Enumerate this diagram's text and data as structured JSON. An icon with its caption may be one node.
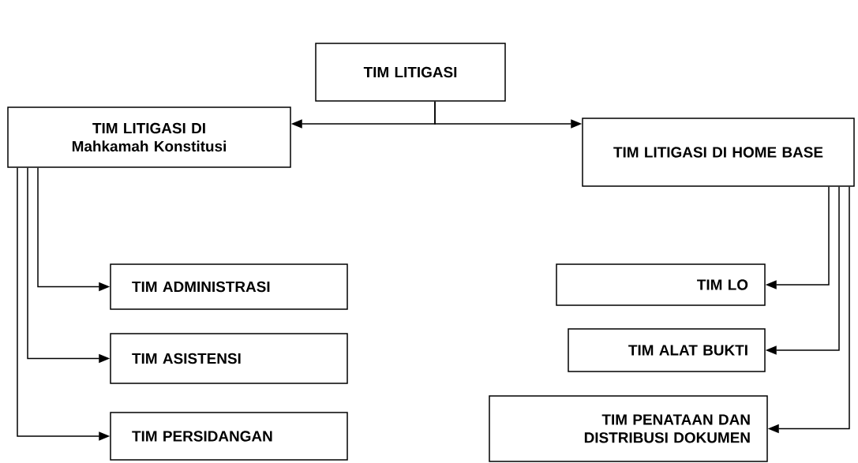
{
  "diagram": {
    "nodes": [
      {
        "text": [
          "TIM LITIGASI"
        ]
      },
      {
        "text": [
          "TIM LITIGASI DI Mahkamah Konstitusi"
        ]
      },
      {
        "text": [
          "TIM LITIGASI DI HOME BASE"
        ]
      },
      {
        "text": [
          "TIM ADMINISTRASI"
        ]
      },
      {
        "text": [
          "TIM ASISTENSI"
        ]
      },
      {
        "text": [
          "TIM PERSIDANGAN"
        ]
      },
      {
        "text": [
          "TIM LO"
        ]
      },
      {
        "text": [
          "TIM ALAT BUKTI"
        ]
      },
      {
        "text": [
          "TIM PENATAAN DAN DISTRIBUSI DOKUMEN"
        ]
      }
    ],
    "edges": [
      {
        "from": 0,
        "to": 1,
        "arrow": "to"
      },
      {
        "from": 0,
        "to": 2,
        "arrow": "to"
      },
      {
        "from": 1,
        "to": 3,
        "arrow": "to"
      },
      {
        "from": 1,
        "to": 4,
        "arrow": "to"
      },
      {
        "from": 1,
        "to": 5,
        "arrow": "to"
      },
      {
        "from": 2,
        "to": 6,
        "arrow": "to"
      },
      {
        "from": 2,
        "to": 7,
        "arrow": "to"
      },
      {
        "from": 2,
        "to": 8,
        "arrow": "to"
      }
    ]
  }
}
